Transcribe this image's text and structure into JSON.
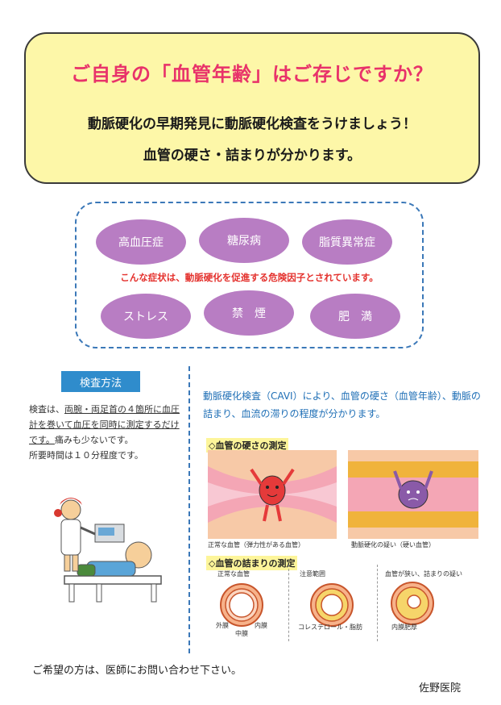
{
  "header": {
    "title": "ご自身の「血管年齢」はご存じですか？",
    "line1": "動脈硬化の早期発見に動脈硬化検査をうけましょう！",
    "line2": "血管の硬さ・詰まりが分かります。"
  },
  "risk_factors": {
    "items": [
      "高血圧症",
      "糖尿病",
      "脂質異常症",
      "ストレス",
      "禁　煙",
      "肥　満"
    ],
    "note": "こんな症状は、動脈硬化を促進する危険因子とされています。"
  },
  "method": {
    "label": "検査方法",
    "text_a": "検査は、",
    "text_b": "両腕・両足首の４箇所に血圧計を巻いて血圧を同時に測定するだけです。",
    "text_c": "痛みも少ないです。",
    "text_d": "所要時間は１０分程度です。"
  },
  "cavi": {
    "description": "動脈硬化検査（CAVI）により、血管の硬さ（血管年齢）、動脈の詰まり、血流の滞りの程度が分かります。",
    "stiffness_heading": "◇血管の硬さの測定",
    "normal_caption": "正常な血管（弾力性がある血管）",
    "hardened_caption": "動脈硬化の疑い（硬い血管）",
    "blockage_heading": "◇血管の詰まりの測定",
    "cross_sections": [
      {
        "title": "正常な血管",
        "labels": [
          "外膜",
          "中膜",
          "内膜"
        ]
      },
      {
        "title": "注意範囲",
        "labels": [
          "コレステロール・脂肪"
        ]
      },
      {
        "title": "血管が狭い、詰まりの疑い",
        "labels": [
          "内膜肥厚"
        ]
      }
    ]
  },
  "footer": {
    "note": "ご希望の方は、医師にお問い合わせ下さい。",
    "clinic": "佐野医院"
  },
  "colors": {
    "title_pink": "#e8326a",
    "title_bg": "#fdf7a8",
    "pill_purple": "#b87dc3",
    "note_red": "#e4322e",
    "accent_blue": "#2f8ccc"
  }
}
